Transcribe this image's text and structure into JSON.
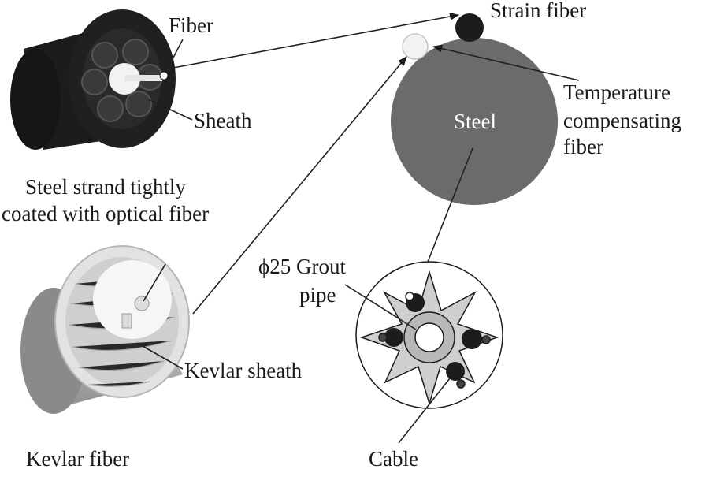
{
  "labels": {
    "fiber": "Fiber",
    "sheath": "Sheath",
    "steel_strand_line1": "Steel strand tightly",
    "steel_strand_line2": "coated with optical fiber",
    "strain_fiber": "Strain fiber",
    "temperature_line1": "Temperature",
    "temperature_line2": "compensating",
    "temperature_line3": "fiber",
    "steel": "Steel",
    "grout_line1": "ϕ25 Grout",
    "grout_line2": "pipe",
    "kevlar_sheath": "Kevlar sheath",
    "kevlar_fiber": "Kevlar fiber",
    "cable": "Cable"
  },
  "colors": {
    "steel_circle": "#6b6b6b",
    "dark": "#1c1c1c",
    "light": "#f2f2f2"
  }
}
